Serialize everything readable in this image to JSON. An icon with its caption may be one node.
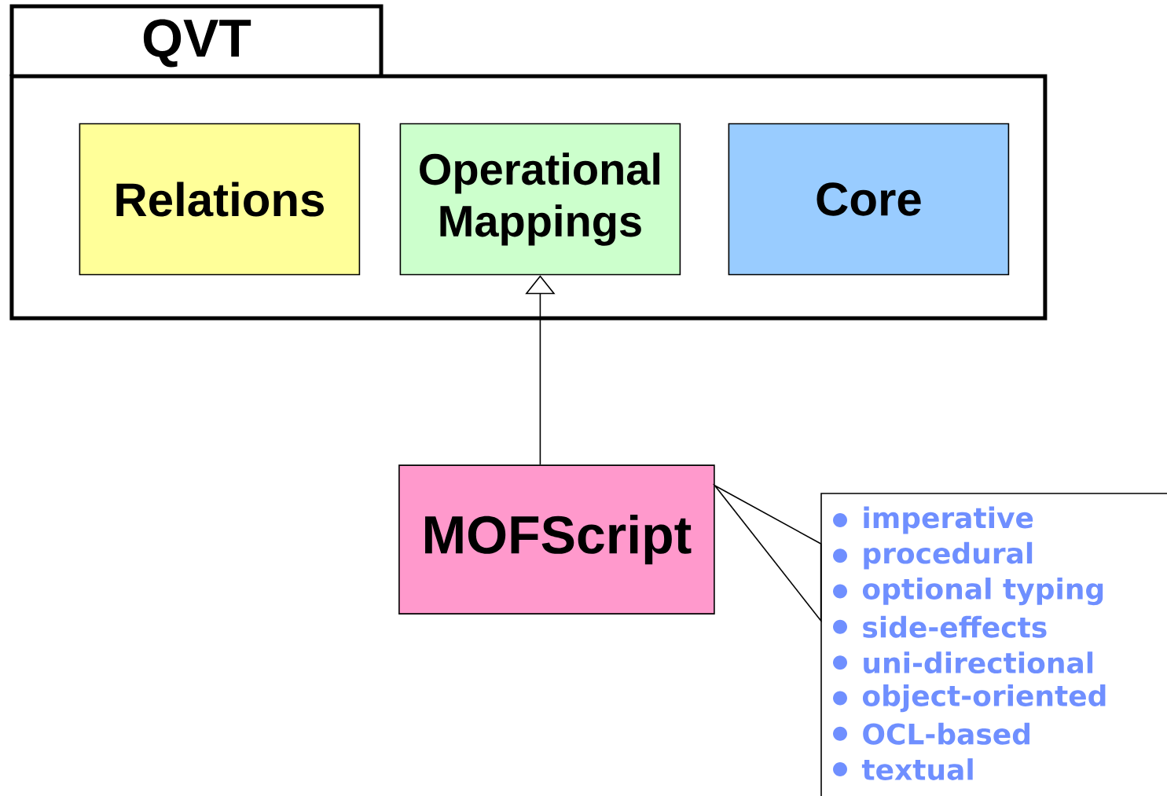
{
  "diagram": {
    "nodes": [
      {
        "text": [
          "QVT"
        ]
      },
      {
        "text": [
          "Relations"
        ],
        "in": 0
      },
      {
        "text": [
          "Operational Mappings"
        ],
        "in": 0
      },
      {
        "text": [
          "Core"
        ],
        "in": 0
      },
      {
        "text": [
          "MOFScript"
        ]
      },
      {
        "text": [
          "imperative",
          "procedural",
          "optional typing",
          "side-effects",
          "uni-directional",
          "object-oriented",
          "OCL-based",
          "textual"
        ]
      }
    ],
    "edges": [
      {
        "from": 4,
        "to": 2,
        "arrow": "to"
      },
      {
        "from": 5,
        "to": 4,
        "arrow": "none"
      }
    ]
  }
}
